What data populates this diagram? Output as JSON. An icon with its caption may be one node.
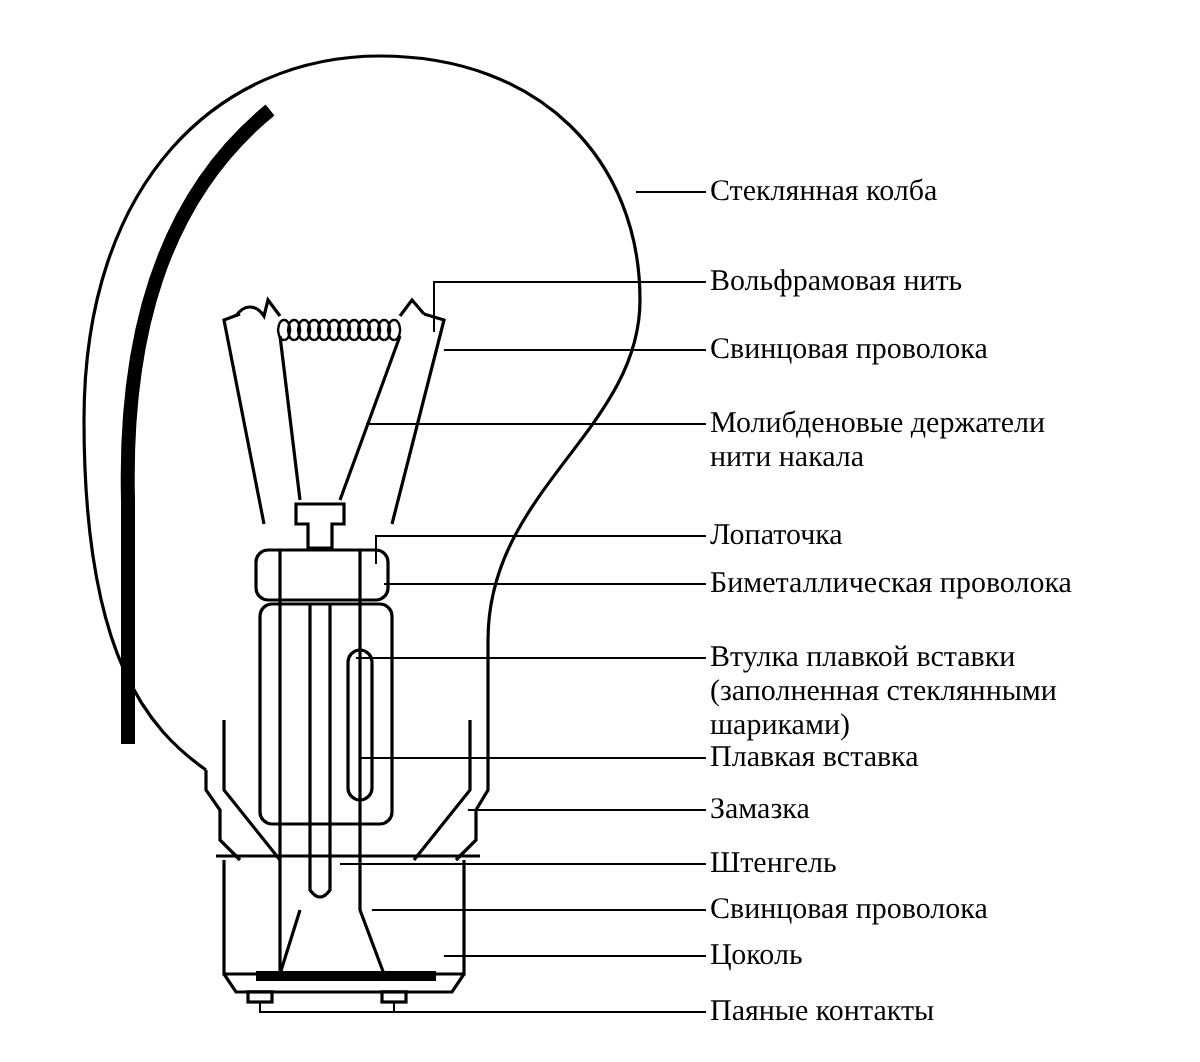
{
  "diagram": {
    "nodes": [
      {
        "text": [
          "Стеклянная колба"
        ]
      },
      {
        "text": [
          "Вольфрамовая нить"
        ]
      },
      {
        "text": [
          "Свинцовая проволока"
        ]
      },
      {
        "text": [
          "Молибденовые держатели нити накала"
        ]
      },
      {
        "text": [
          "Лопаточка"
        ]
      },
      {
        "text": [
          "Биметаллическая проволока"
        ]
      },
      {
        "text": [
          "Втулка плавкой вставки (заполненная стеклянными шариками)"
        ]
      },
      {
        "text": [
          "Плавкая вставка"
        ]
      },
      {
        "text": [
          "Замазка"
        ]
      },
      {
        "text": [
          "Штенгель"
        ]
      },
      {
        "text": [
          "Свинцовая проволока"
        ]
      },
      {
        "text": [
          "Цоколь"
        ]
      },
      {
        "text": [
          "Паяные контакты"
        ]
      },
      {
        "text": [],
        "shape": "box"
      },
      {
        "text": [],
        "shape": "box"
      }
    ],
    "edges": [
      {
        "from": 0,
        "to": null,
        "arrow": "none"
      },
      {
        "from": 1,
        "to": null,
        "arrow": "none"
      },
      {
        "from": 2,
        "to": null,
        "arrow": "none"
      },
      {
        "from": 3,
        "to": null,
        "arrow": "none"
      },
      {
        "from": 4,
        "to": null,
        "arrow": "none"
      },
      {
        "from": 5,
        "to": null,
        "arrow": "none"
      },
      {
        "from": 6,
        "to": null,
        "arrow": "none"
      },
      {
        "from": 7,
        "to": null,
        "arrow": "none"
      },
      {
        "from": 8,
        "to": null,
        "arrow": "none"
      },
      {
        "from": 9,
        "to": null,
        "arrow": "none"
      },
      {
        "from": 10,
        "to": null,
        "arrow": "none"
      },
      {
        "from": 11,
        "to": null,
        "arrow": "none"
      },
      {
        "from": 12,
        "to": 13,
        "arrow": "none"
      },
      {
        "from": 12,
        "to": 14,
        "arrow": "none"
      }
    ]
  }
}
